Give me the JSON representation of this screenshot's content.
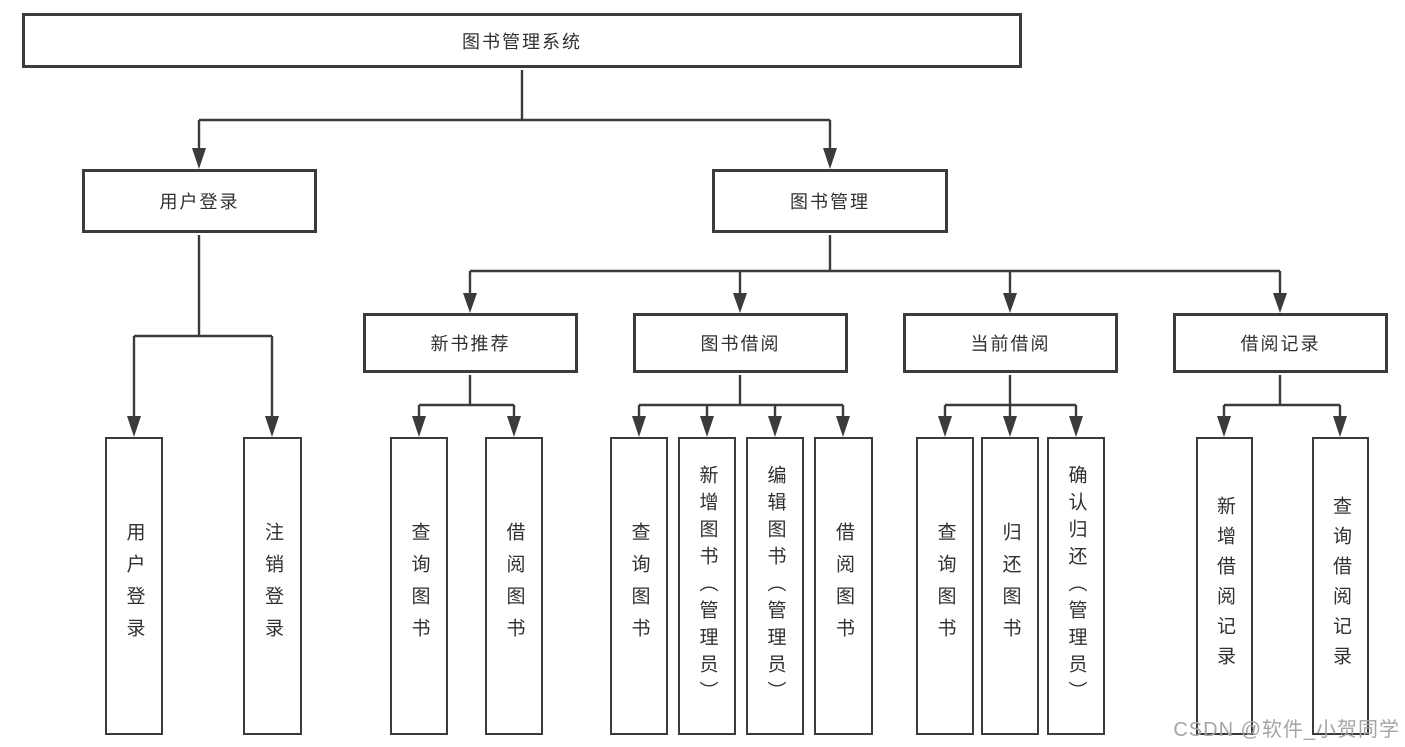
{
  "diagram_title": "图书管理系统",
  "nodes": {
    "root": "图书管理系统",
    "userLogin": "用户登录",
    "bookManagement": "图书管理",
    "newBookRecommend": "新书推荐",
    "bookBorrow": "图书借阅",
    "currentBorrow": "当前借阅",
    "borrowRecords": "借阅记录",
    "userLoginLeaf": "用户登录",
    "logoutLeaf": "注销登录",
    "queryBook1": "查询图书",
    "borrowBook1": "借阅图书",
    "queryBook2": "查询图书",
    "addBookAdmin": "新增图书（管理员）",
    "editBookAdmin": "编辑图书（管理员）",
    "borrowBook2": "借阅图书",
    "queryBook3": "查询图书",
    "returnBook": "归还图书",
    "confirmReturnAdmin": "确认归还（管理员）",
    "addBorrowRecord": "新增借阅记录",
    "queryBorrowRecord": "查询借阅记录"
  },
  "structure": {
    "root": "图书管理系统",
    "children": [
      {
        "label": "用户登录",
        "children": [
          "用户登录",
          "注销登录"
        ]
      },
      {
        "label": "图书管理",
        "children": [
          {
            "label": "新书推荐",
            "children": [
              "查询图书",
              "借阅图书"
            ]
          },
          {
            "label": "图书借阅",
            "children": [
              "查询图书",
              "新增图书（管理员）",
              "编辑图书（管理员）",
              "借阅图书"
            ]
          },
          {
            "label": "当前借阅",
            "children": [
              "查询图书",
              "归还图书",
              "确认归还（管理员）"
            ]
          },
          {
            "label": "借阅记录",
            "children": [
              "新增借阅记录",
              "查询借阅记录"
            ]
          }
        ]
      }
    ]
  },
  "watermark": "CSDN @软件_小贺同学",
  "colors": {
    "line": "#3b3b3b",
    "text": "#303030",
    "background": "#ffffff",
    "watermark": "#a5a5a5"
  }
}
